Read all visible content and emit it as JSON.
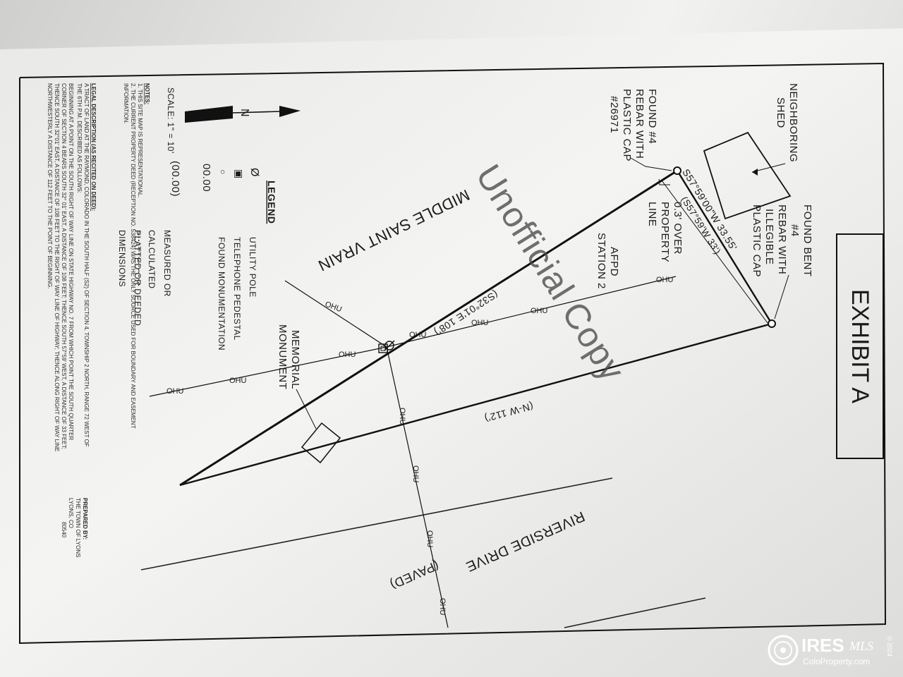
{
  "exhibit_title": "EXHIBIT A",
  "watermark": "Unofficial Copy",
  "road_middle": "MIDDLE SAINT VRAIN",
  "road_riverside": "RIVERSIDE DRIVE",
  "road_riverside_paved": "(PAVED)",
  "neighboring_shed": [
    "NEIGHBORING",
    "SHED"
  ],
  "found_bent_rebar": [
    "FOUND BENT",
    "#4",
    "REBAR WITH",
    "ILLEGIBLE",
    "PLASTIC CAP"
  ],
  "found_rebar": [
    "FOUND #4",
    "REBAR WITH",
    "PLASTIC CAP",
    "#26971"
  ],
  "property_line_note": [
    "0.3' OVER",
    "PROPERTY",
    "LINE"
  ],
  "afpd_station": [
    "AFPD",
    "STATION 2"
  ],
  "memorial_monument": [
    "MEMORIAL",
    "MONUMENT"
  ],
  "bearings": {
    "measured_north": "S57°59'00\"W  33.55'",
    "deeded_north": "(S57°59'W  33')",
    "southeast": "(S32°01'E  108')",
    "north_west": "(N-W  112')"
  },
  "ohu_label": "OHU",
  "north_label": "N",
  "scale": "SCALE: 1\" = 10'",
  "legend": {
    "title": "LEGEND",
    "items": [
      {
        "symbol": "Ø",
        "text": "UTILITY POLE"
      },
      {
        "symbol": "▣",
        "text": "TELEPHONE PEDESTAL"
      },
      {
        "symbol": "○",
        "text": "FOUND MONUMENTATION"
      },
      {
        "symbol": "00.00",
        "text": "MEASURED OR CALCULATED DIMENSIONS"
      },
      {
        "symbol": "(00.00)",
        "text": "PLATTED OR DEEDED DIMENSIONS"
      }
    ]
  },
  "notes": {
    "title": "NOTES:",
    "n1": "1.  THIS SITE MAP IS REPRESENTATIONAL.",
    "n2a": "2.  THE CURRENT PROPERTY DEED (RECEPTION NO. 538424) WAS THE ONLY SOURCE USED FOR BOUNDARY AND EASEMENT",
    "n2b": "INFORMATION."
  },
  "legal": {
    "title": "LEGAL DESCRIPTION (AS RECITED ON DEED):",
    "l1": "A TRACT OF LAND AT THE RAYMOND, COLORADO IN THE SOUTH HALF (S2) OF SECTION 4, TOWNSHIP 2 NORTH, RANGE 72 WEST OF",
    "l2": "THE 6TH P.M. DESCRIBED AS FOLLOWS:",
    "l3": "BEGINNING AT A POINT ON THE SOUTH RIGHT OF WAY LINE ON STATE HIGHWAY NO. 7 FROM WHICH POINT THE SOUTH QUARTER",
    "l4": "CORNER OF SECTION 4 BEARS SOUTH 32° 01' EAST, A DISTANCE OF 108 FEET; THENCE SOUTH 57°59' WEST, A DISTANCE OF 33 FEET;",
    "l5": "THENCE SOUTH 32°01' EAST, A DISTANCE OF 108 FEET TO THE RIGHT OF WAY LINE OF HIGHWAY; THENCE ALONG RIGHT OF WAY LINE",
    "l6": "NORTHWESTERLY A DISTANCE OF 112 FEET TO THE POINT OF BEGINNING."
  },
  "surveyor_block": [
    "PREPARED BY:",
    "THE TOWN OF LYONS",
    "LYONS, CO",
    "80540"
  ],
  "ires": {
    "brand": "IRES",
    "mls": "MLS",
    "site": "ColoProperty.com",
    "copy": "© 2024"
  },
  "colors": {
    "ink": "#1b1b1b",
    "watermark": "#4a4a4a",
    "paper": "#efefed"
  }
}
